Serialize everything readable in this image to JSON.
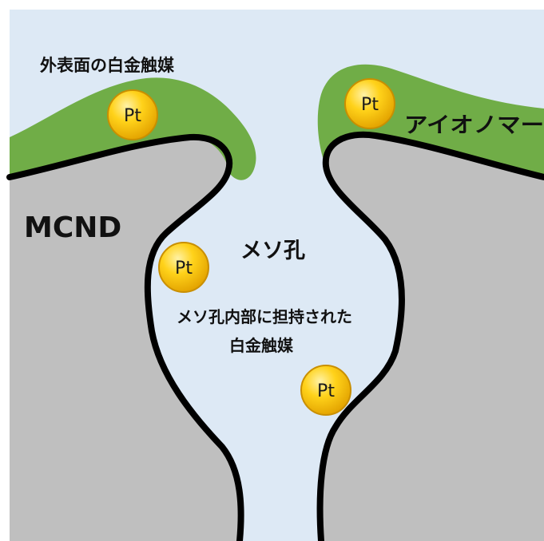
{
  "labels": {
    "outer_surface_catalyst": "外表面の白金触媒",
    "ionomer": "アイオノマー",
    "support": "MCND",
    "mesopore": "メソ孔",
    "inner_catalyst_line1": "メソ孔内部に担持された",
    "inner_catalyst_line2": "白金触媒"
  },
  "particles": [
    {
      "label": "Pt"
    },
    {
      "label": "Pt"
    },
    {
      "label": "Pt"
    },
    {
      "label": "Pt"
    }
  ],
  "colors": {
    "background": "#dde9f5",
    "support": "#bfbfbf",
    "outline": "#000000",
    "ionomer": "#70ad47",
    "platinum": "#ffc000",
    "platinum_edge": "#c98f00"
  }
}
